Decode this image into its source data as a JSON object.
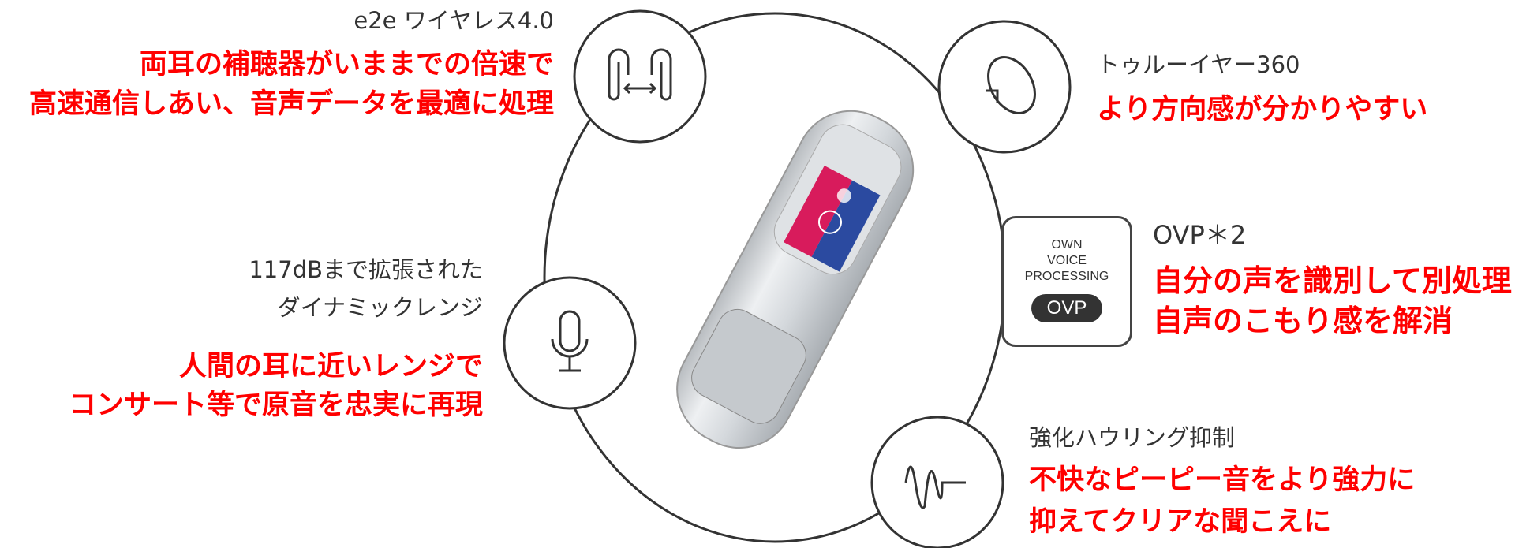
{
  "features": {
    "e2e": {
      "title": "e2e ワイヤレス4.0",
      "desc": [
        "両耳の補聴器がいままでの倍速で",
        "高速通信しあい、音声データを最適に処理"
      ],
      "icon": "ears-link-icon"
    },
    "trueear": {
      "title": "トゥルーイヤー360",
      "desc": [
        "より方向感が分かりやすい"
      ],
      "icon": "ear-icon"
    },
    "ovp": {
      "title": "OVP＊2",
      "desc": [
        "自分の声を識別して別処理",
        "自声のこもり感を解消"
      ],
      "badge_lines": [
        "OWN",
        "VOICE",
        "PROCESSING"
      ],
      "badge_pill": "OVP"
    },
    "range": {
      "title": [
        "117dBまで拡張された",
        "ダイナミックレンジ"
      ],
      "desc": [
        "人間の耳に近いレンジで",
        "コンサート等で原音を忠実に再現"
      ],
      "icon": "microphone-icon"
    },
    "feedback": {
      "title": "強化ハウリング抑制",
      "desc": [
        "不快なピーピー音をより強力に",
        "抑えてクリアな聞こえに"
      ],
      "icon": "waveform-icon"
    }
  },
  "colors": {
    "accent": "#ff0000",
    "text": "#333333",
    "line": "#333333"
  }
}
